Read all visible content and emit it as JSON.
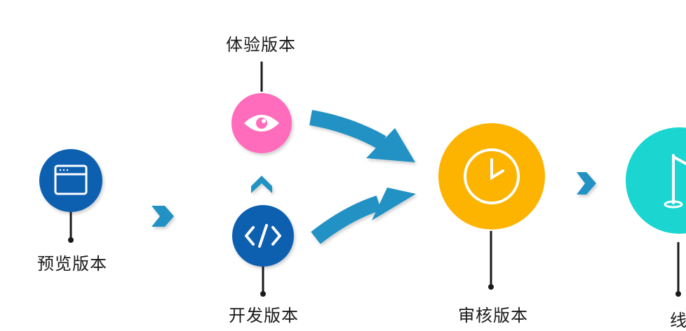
{
  "labels": {
    "preview": "预览版本",
    "experience": "体验版本",
    "develop": "开发版本",
    "review": "审核版本",
    "online": "线上"
  },
  "colors": {
    "preview": "#0b5fb0",
    "experience": "#ff6cbc",
    "develop": "#0b5fb0",
    "review": "#fcb400",
    "online": "#1ad5d0",
    "arrow": "#2391c4",
    "chevron": "#2391c4",
    "connector": "#1a1a1a"
  },
  "icons": {
    "preview": "browser-window-icon",
    "experience": "eye-icon",
    "develop": "code-icon",
    "review": "clock-icon",
    "online": "flag-icon"
  }
}
